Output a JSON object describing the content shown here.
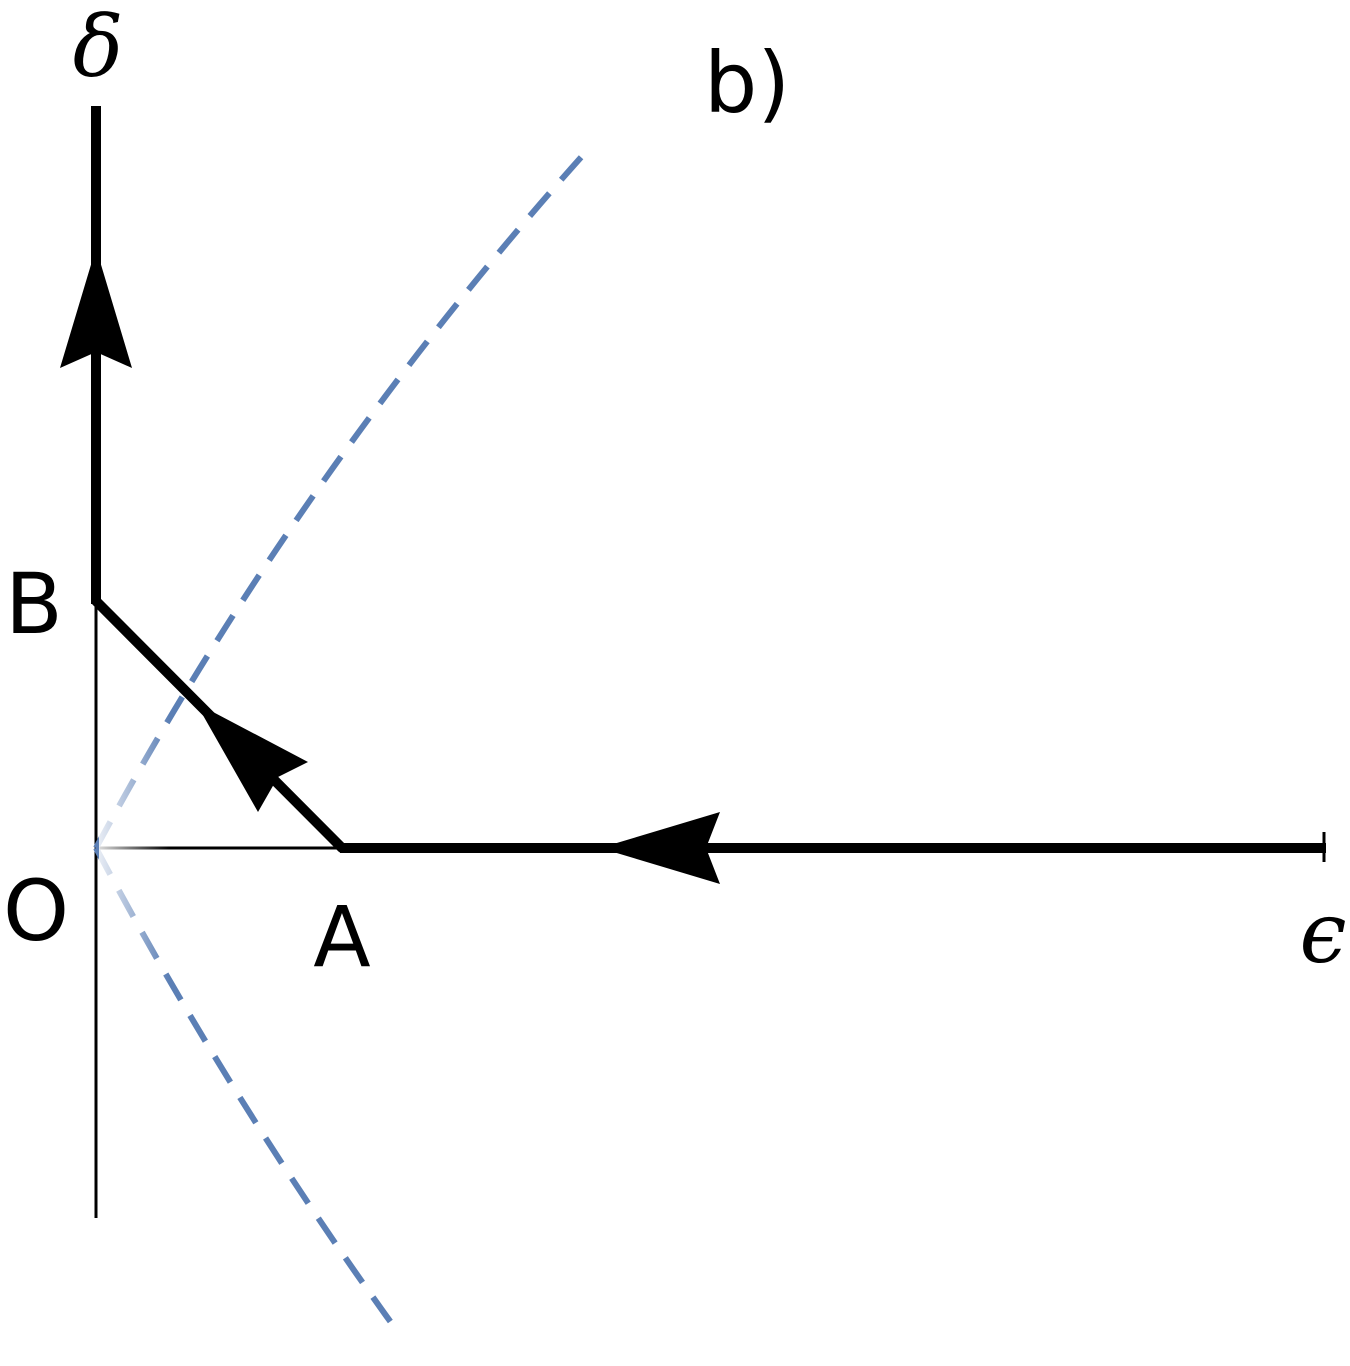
{
  "panel_label": "b)",
  "axes": {
    "x_label": "ϵ",
    "y_label": "δ"
  },
  "points": {
    "origin": "O",
    "a": "A",
    "b": "B"
  },
  "colors": {
    "path": "#000000",
    "axis": "#000000",
    "boundary": "#5b7fb5",
    "background": "#ffffff"
  }
}
